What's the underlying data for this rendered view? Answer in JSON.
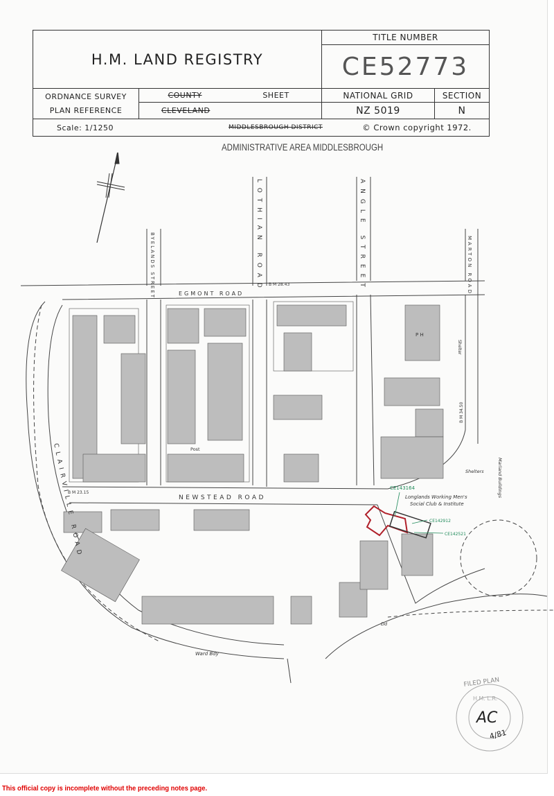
{
  "header": {
    "registry": "H.M. LAND REGISTRY",
    "title_number_label": "TITLE NUMBER",
    "title_number": "CE52773",
    "os_ref_line1": "ORDNANCE SURVEY",
    "os_ref_line2": "PLAN REFERENCE",
    "county_label": "COUNTY",
    "county_value": "CLEVELAND",
    "sheet_label": "SHEET",
    "national_grid_label": "NATIONAL GRID",
    "national_grid_value": "NZ 5019",
    "section_label": "SECTION",
    "section_value": "N",
    "scale": "Scale: 1/1250",
    "district": "MIDDLESBROUGH DISTRICT",
    "copyright": "© Crown copyright 1972."
  },
  "admin_area": "ADMINISTRATIVE AREA MIDDLESBROUGH",
  "map": {
    "streets": {
      "egmont": "EGMONT ROAD",
      "newstead": "NEWSTEAD ROAD",
      "clairville": "CLAIRVILLE ROAD",
      "byelands": "BYELANDS STREET",
      "lothian": "LOTHIAN ROAD",
      "angle": "ANGLE STREET",
      "marton": "MARTON ROAD"
    },
    "labels": {
      "club": "Longlands Working Men's",
      "club2": "Social Club & Institute",
      "ph": "P H",
      "shelter": "Shelter",
      "shelters": "Shelters",
      "buildings": "Marland Buildings",
      "post": "Post",
      "ward": "Ward Bdy",
      "dd": "Dd",
      "bm1": "B M 28.43",
      "bm2": "B M 23.15",
      "bm3": "B M 34.50"
    },
    "annotations": {
      "a1": "CE143164",
      "a2": "CE142912",
      "a3": "CE142521"
    },
    "colors": {
      "title_edge": "#b0202a",
      "annotation": "#1f8a5a",
      "building": "#bdbdbd"
    }
  },
  "stamp": {
    "text": "FILED PLAN",
    "ring": "H.M. L.R.",
    "initials": "AC",
    "date": "4/81"
  },
  "footer": "This official copy is incomplete without the preceding notes page."
}
